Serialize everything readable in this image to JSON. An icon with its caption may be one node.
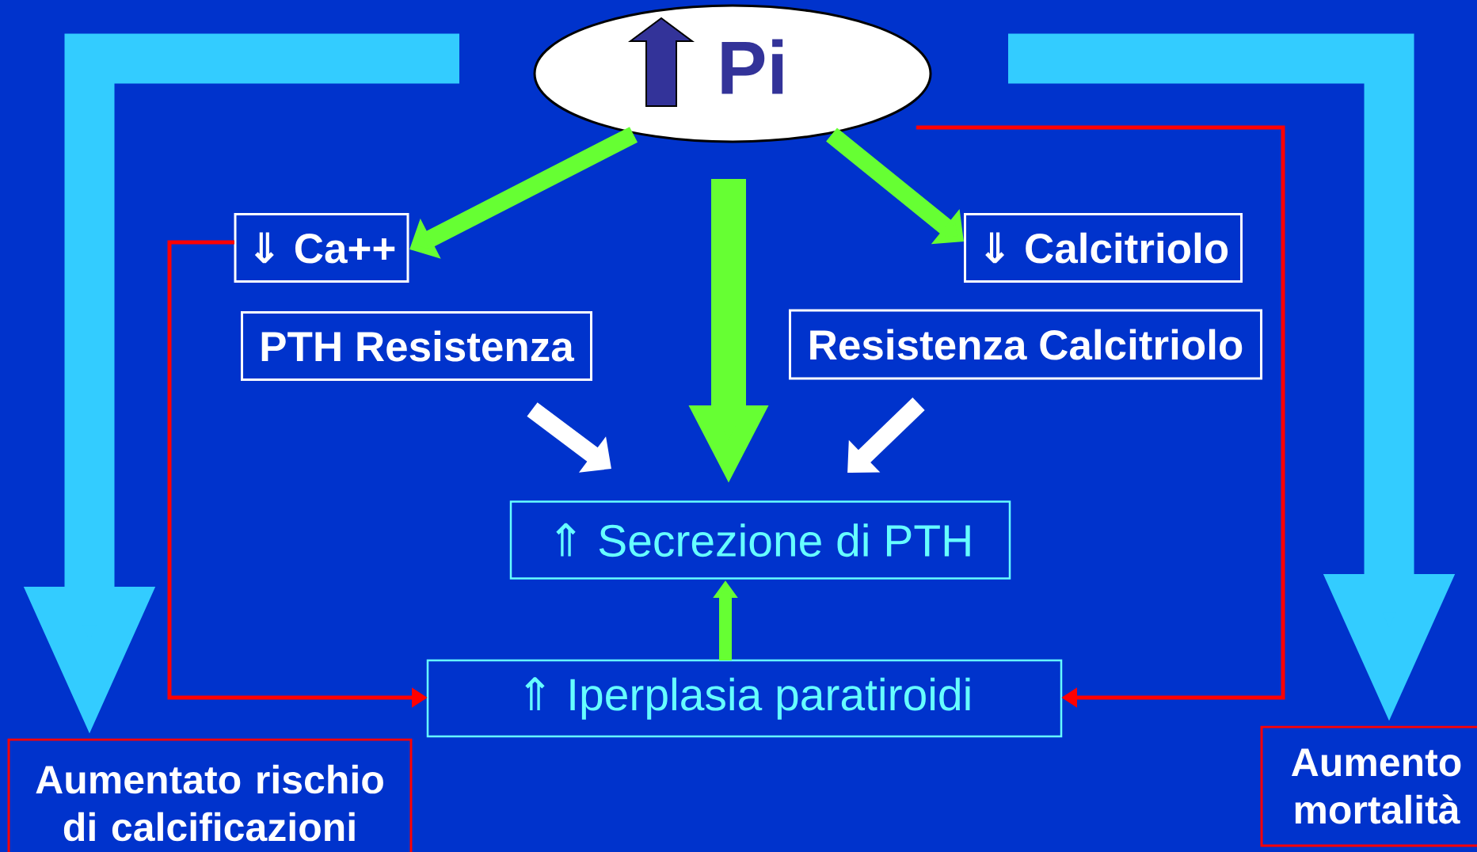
{
  "diagram": {
    "nodes": [
      {
        "text": [
          "Pi"
        ]
      },
      {
        "text": [
          "⇓ Ca++"
        ]
      },
      {
        "text": [
          "PTH Resistenza"
        ]
      },
      {
        "text": [
          "⇓ Calcitriolo"
        ]
      },
      {
        "text": [
          "Resistenza Calcitriolo"
        ]
      },
      {
        "text": [
          "⇑ Secrezione di PTH"
        ]
      },
      {
        "text": [
          "⇑ Iperplasia paratiroidi"
        ]
      },
      {
        "text": [
          "Aumentato rischio di calcificazioni"
        ]
      },
      {
        "text": [
          "Aumento mortalità"
        ]
      }
    ],
    "edges": [
      {
        "from": 0,
        "to": 1,
        "arrow": "to"
      },
      {
        "from": 0,
        "to": 5,
        "arrow": "to",
        "style": "thick"
      },
      {
        "from": 0,
        "to": 3,
        "arrow": "to"
      },
      {
        "from": 2,
        "to": 5,
        "arrow": "to",
        "color": "#ffffff"
      },
      {
        "from": 4,
        "to": 5,
        "arrow": "to",
        "color": "#ffffff"
      },
      {
        "from": 6,
        "to": 5,
        "arrow": "to"
      },
      {
        "from": 1,
        "to": 6,
        "arrow": "to",
        "color": "#ff0000"
      },
      {
        "from": 0,
        "to": 6,
        "arrow": "to",
        "color": "#ff0000"
      },
      {
        "from": 0,
        "to": 7,
        "arrow": "to",
        "style": "thick",
        "color": "#33ccff"
      },
      {
        "from": 0,
        "to": 8,
        "arrow": "to",
        "style": "thick",
        "color": "#33ccff"
      }
    ]
  }
}
